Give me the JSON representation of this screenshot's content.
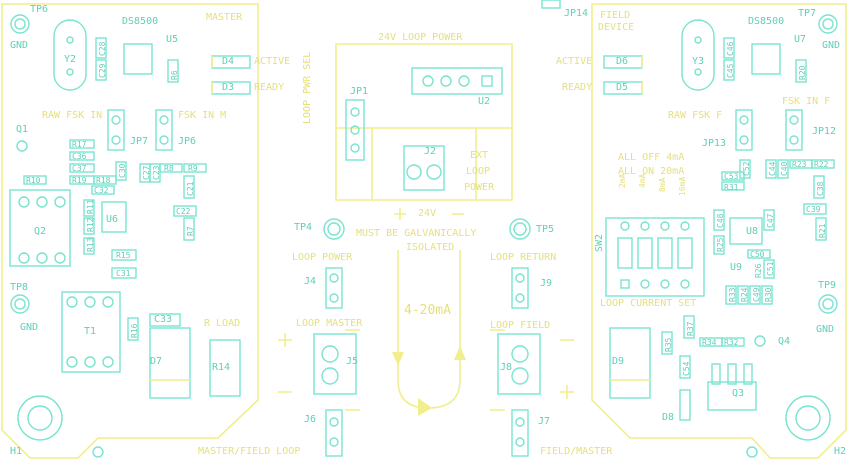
{
  "board": {
    "sections": {
      "master": "MASTER",
      "field": "FIELD",
      "device": "DEVICE",
      "loop_power": "24V LOOP POWER",
      "loop_pwr_sel": "LOOP PWR SEL",
      "ext_loop_power": [
        "EXT",
        "LOOP",
        "POWER"
      ],
      "v24": "24V",
      "isolated": [
        "MUST BE GALVANICALLY",
        "ISOLATED"
      ],
      "current": "4-20mA",
      "master_field_loop": "MASTER/FIELD LOOP",
      "field_master": "FIELD/MASTER",
      "loop_current_set": "LOOP CURRENT SET",
      "all_off": "ALL OFF 4mA",
      "all_on": "ALL ON 20mA",
      "r_load": "R LOAD"
    },
    "labels": {
      "tp6": "TP6",
      "tp7": "TP7",
      "tp4": "TP4",
      "tp5": "TP5",
      "tp8": "TP8",
      "tp9": "TP9",
      "gnd_left": "GND",
      "gnd_right": "GND",
      "gnd_tp8": "GND",
      "gnd_tp9": "GND",
      "jp14": "JP14",
      "jp1": "JP1",
      "jp6": "JP6",
      "jp7": "JP7",
      "jp12": "JP12",
      "jp13": "JP13",
      "j2": "J2",
      "j4": "J4",
      "j5": "J5",
      "j6": "J6",
      "j7": "J7",
      "j8": "J8",
      "j9": "J9",
      "ds8500_left": "DS8500",
      "ds8500_right": "DS8500",
      "u5": "U5",
      "u7": "U7",
      "u2": "U2",
      "u6": "U6",
      "u8": "U8",
      "u9": "U9",
      "y2": "Y2",
      "y3": "Y3",
      "q1": "Q1",
      "q2": "Q2",
      "q3": "Q3",
      "q4": "Q4",
      "t1": "T1",
      "d3": "D3",
      "d4": "D4",
      "d5": "D5",
      "d6": "D6",
      "d7": "D7",
      "d8": "D8",
      "d9": "D9",
      "h1": "H1",
      "h2": "H2",
      "sw2": "SW2",
      "active_left": "ACTIVE",
      "ready_left": "READY",
      "active_right": "ACTIVE",
      "ready_right": "READY",
      "loop_power_left": "LOOP POWER",
      "loop_return": "LOOP RETURN",
      "loop_master": "LOOP MASTER",
      "loop_field": "LOOP FIELD",
      "raw_fsk_in": "RAW FSK IN",
      "fsk_in_m": "FSK IN M",
      "raw_fsk_f": "RAW FSK F",
      "fsk_in_f": "FSK IN F",
      "sw_bits": [
        "2mA",
        "4mA",
        "8mA",
        "16mA"
      ]
    },
    "refdes_left": [
      "C28",
      "C29",
      "R6",
      "R17",
      "C36",
      "C37",
      "R19",
      "R18",
      "C30",
      "C27",
      "C23",
      "R8",
      "R9",
      "R10",
      "C32",
      "C21",
      "C22",
      "R7",
      "R11",
      "R12",
      "R13",
      "R15",
      "C31",
      "R16",
      "C33",
      "R14"
    ],
    "refdes_right": [
      "C46",
      "C45",
      "R20",
      "C52",
      "C44",
      "C40",
      "R23",
      "R22",
      "R31",
      "C53",
      "C38",
      "C39",
      "C48",
      "C47",
      "R21",
      "R25",
      "C50",
      "C51",
      "R26",
      "R33",
      "R24",
      "C49",
      "R30",
      "R37",
      "R35",
      "R34",
      "R32",
      "C54"
    ],
    "colors": {
      "silkscreen": "#f2ee8c",
      "copper_outline": "#78e4cf",
      "background": "#ffffff"
    }
  }
}
